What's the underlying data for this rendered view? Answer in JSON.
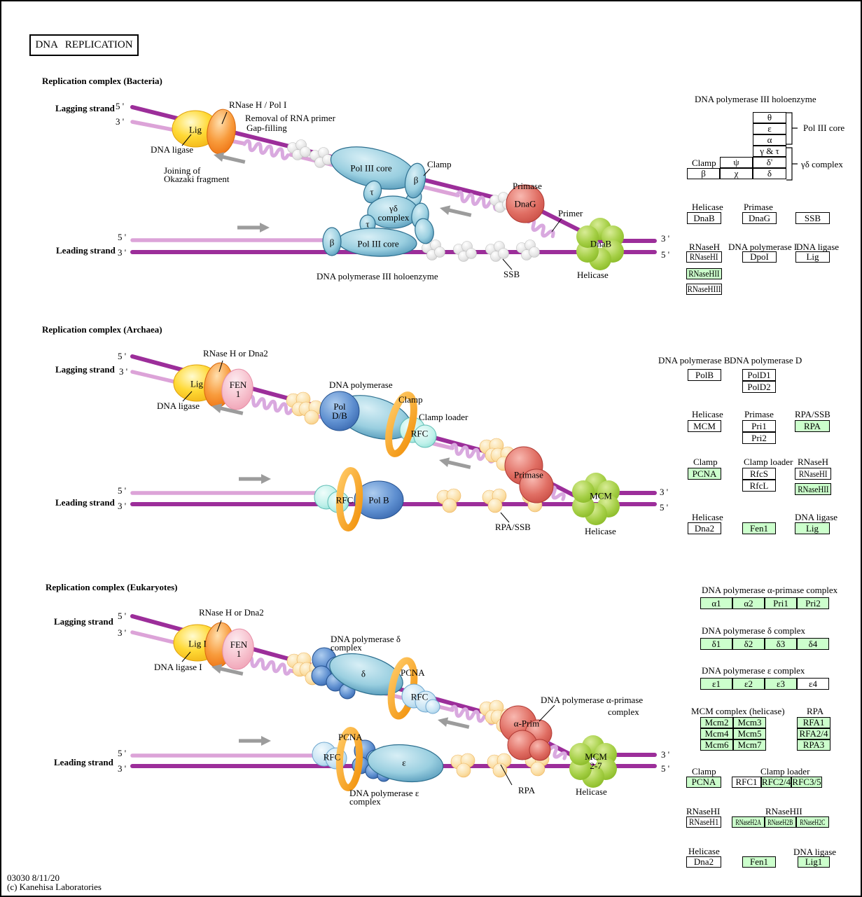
{
  "title": "DNA REPLICATION",
  "footer": {
    "code": "03030 8/11/20",
    "copyright": "(c) Kanehisa Laboratories"
  },
  "strand": {
    "five": "5 '",
    "three": "3 '",
    "lagging": "Lagging strand",
    "leading": "Leading strand"
  },
  "colors": {
    "green_box": "#CCFFCC",
    "strand_dark": "#9C2E9A",
    "strand_light": "#DCA3D8"
  },
  "bacteria": {
    "title": "Replication complex (Bacteria)",
    "rnaseh_pol1": "RNase H / Pol I",
    "removal": "Removal of RNA primer",
    "gap": "Gap-filling",
    "lig": "Lig",
    "dna_ligase": "DNA ligase",
    "joining1": "Joining of",
    "joining2": "Okazaki fragment",
    "pol3core": "Pol III core",
    "clamp": "Clamp",
    "beta": "β",
    "tau": "τ",
    "gd1": "γδ",
    "gd2": "complex",
    "primase": "Primase",
    "dnag": "DnaG",
    "primer": "Primer",
    "holoenzyme": "DNA polymerase III holoenzyme",
    "ssb": "SSB",
    "dnab": "DnaB",
    "helicase": "Helicase",
    "panel": {
      "holo": "DNA polymerase III holoenzyme",
      "rows": [
        "θ",
        "ε",
        "α",
        "γ & τ",
        "δ'",
        "δ"
      ],
      "psi": "ψ",
      "chi": "χ",
      "beta": "β",
      "clamp": "Clamp",
      "core_bracket": "Pol III core",
      "gd_bracket": "γδ complex",
      "helicase_h": "Helicase",
      "dnab": "DnaB",
      "primase_h": "Primase",
      "dnag": "DnaG",
      "ssb": "SSB",
      "rnaseh_h": "RNaseH",
      "rnasehi": "RNaseHI",
      "rnasehii": "RNaseHII",
      "rnasehiii": "RNaseHIII",
      "pol1_h": "DNA polymerase I",
      "dpoi": "DpoI",
      "ligase_h": "DNA ligase",
      "lig": "Lig"
    }
  },
  "archaea": {
    "title": "Replication complex (Archaea)",
    "rnaseh_dna2": "RNase H or Dna2",
    "lig": "Lig",
    "fen": "FEN",
    "one": "1",
    "dna_ligase": "DNA ligase",
    "dna_polymerase": "DNA polymerase",
    "pol1": "Pol",
    "pol2": "D/B",
    "clamp": "Clamp",
    "clamp_loader": "Clamp loader",
    "rfc": "RFC",
    "primase": "Primase",
    "mcm": "MCM",
    "pol_b": "Pol B",
    "rpa_ssb": "RPA/SSB",
    "helicase": "Helicase",
    "panel": {
      "polb_h": "DNA polymerase B",
      "pold_h": "DNA polymerase D",
      "polb": "PolB",
      "pold1": "PolD1",
      "pold2": "PolD2",
      "helicase_h": "Helicase",
      "mcm": "MCM",
      "primase_h": "Primase",
      "pri1": "Pri1",
      "pri2": "Pri2",
      "rpassb_h": "RPA/SSB",
      "rpa": "RPA",
      "clamp_h": "Clamp",
      "pcna": "PCNA",
      "loader_h": "Clamp loader",
      "rfcs": "RfcS",
      "rfcl": "RfcL",
      "rnaseh_h": "RNaseH",
      "rnasehi": "RNaseHI",
      "rnasehii": "RNaseHII",
      "helicase2_h": "Helicase",
      "dna2": "Dna2",
      "fen1": "Fen1",
      "ligase_h": "DNA ligase",
      "lig": "Lig"
    }
  },
  "euk": {
    "title": "Replication complex (Eukaryotes)",
    "rnaseh_dna2": "RNase H or Dna2",
    "lig1": "Lig I",
    "fen": "FEN",
    "one": "1",
    "dna_ligase1": "DNA ligase I",
    "pold_l1": "DNA polymerase δ",
    "pold_l2": "complex",
    "delta": "δ",
    "pcna": "PCNA",
    "rfc": "RFC",
    "pola_l1": "DNA polymerase α-primase",
    "pola_l2": "complex",
    "aprim": "α-Prim",
    "mcm1": "MCM",
    "mcm2": "2-7",
    "epsilon": "ε",
    "pole_l1": "DNA polymerase ε",
    "pole_l2": "complex",
    "rpa": "RPA",
    "helicase": "Helicase",
    "panel": {
      "pola_h": "DNA polymerase α-primase complex",
      "pola": [
        "α1",
        "α2",
        "Pri1",
        "Pri2"
      ],
      "pold_h": "DNA polymerase δ complex",
      "pold": [
        "δ1",
        "δ2",
        "δ3",
        "δ4"
      ],
      "pole_h": "DNA polymerase ε complex",
      "pole": [
        "ε1",
        "ε2",
        "ε3",
        "ε4"
      ],
      "mcm_h": "MCM complex (helicase)",
      "mcm": [
        "Mcm2",
        "Mcm3",
        "Mcm4",
        "Mcm5",
        "Mcm6",
        "Mcm7"
      ],
      "rpa_h": "RPA",
      "rpa": [
        "RFA1",
        "RFA2/4",
        "RPA3"
      ],
      "clamp_h": "Clamp",
      "pcna": "PCNA",
      "loader_h": "Clamp loader",
      "rfc1": "RFC1",
      "rfc24": "RFC2/4",
      "rfc35": "RFC3/5",
      "rnasehi_h": "RNaseHI",
      "rnaseh1": "RNaseH1",
      "rnasehii_h": "RNaseHII",
      "rnaseh2": [
        "RNaseH2A",
        "RNaseH2B",
        "RNaseH2C"
      ],
      "helicase_h": "Helicase",
      "dna2": "Dna2",
      "fen1": "Fen1",
      "ligase_h": "DNA ligase",
      "lig1": "Lig1"
    }
  }
}
